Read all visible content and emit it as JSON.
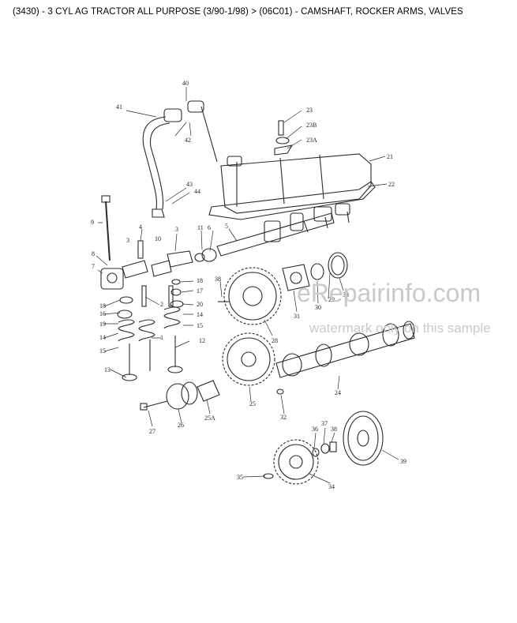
{
  "header": {
    "title": "(3430) - 3 CYL AG TRACTOR ALL PURPOSE (3/90-1/98) > (06C01) - CAMSHAFT, ROCKER ARMS, VALVES"
  },
  "watermark": {
    "site": "eRepairinfo.com",
    "notice": "watermark only on this sample"
  },
  "callouts": [
    "40",
    "41",
    "42",
    "23",
    "23B",
    "23A",
    "21",
    "22",
    "43",
    "44",
    "9",
    "4",
    "3",
    "10",
    "3",
    "11",
    "6",
    "5",
    "8",
    "7",
    "18",
    "16",
    "19",
    "14",
    "15",
    "13",
    "2",
    "1",
    "12",
    "18",
    "17",
    "20",
    "14",
    "15",
    "38",
    "28",
    "31",
    "30",
    "29",
    "33",
    "24",
    "32",
    "25",
    "25A",
    "26",
    "27",
    "36",
    "37",
    "38",
    "39",
    "35",
    "34"
  ],
  "colors": {
    "ink": "#2a2a2a",
    "watermark": "#c9c9c9"
  }
}
